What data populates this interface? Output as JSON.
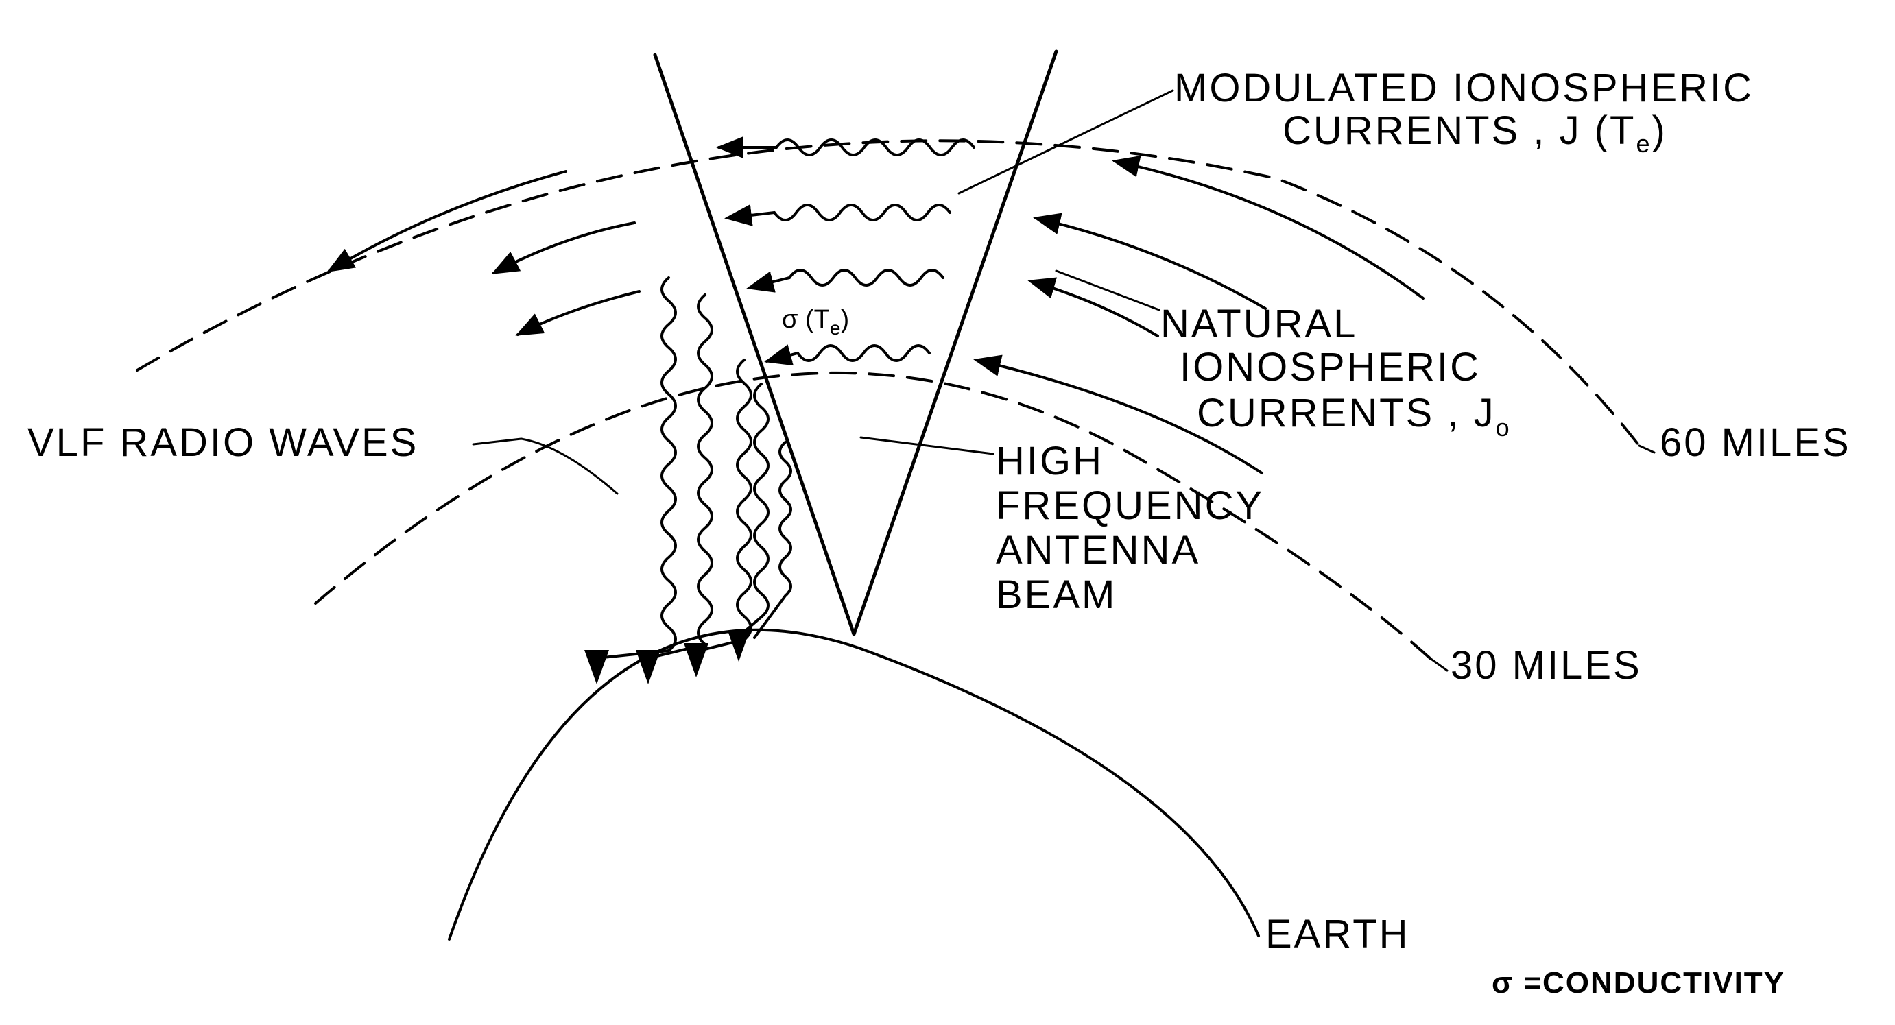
{
  "labels": {
    "modulated_line1": "MODULATED IONOSPHERIC",
    "modulated_line2": "CURRENTS , J (T",
    "modulated_sub": "e",
    "modulated_close": ")",
    "natural_line1": "NATURAL",
    "natural_line2": "IONOSPHERIC",
    "natural_line3": "CURRENTS , J",
    "natural_sub": "o",
    "altitude_60": "60 MILES",
    "altitude_30": "30 MILES",
    "vlf": "VLF RADIO WAVES",
    "hf_line1": "HIGH",
    "hf_line2": "FREQUENCY",
    "hf_line3": "ANTENNA",
    "hf_line4": "BEAM",
    "earth": "EARTH",
    "sigma_label": "σ (T",
    "sigma_sub": "e",
    "sigma_close": ")",
    "legend": "σ =CONDUCTIVITY"
  },
  "colors": {
    "ink": "#000000",
    "background": "#ffffff"
  }
}
